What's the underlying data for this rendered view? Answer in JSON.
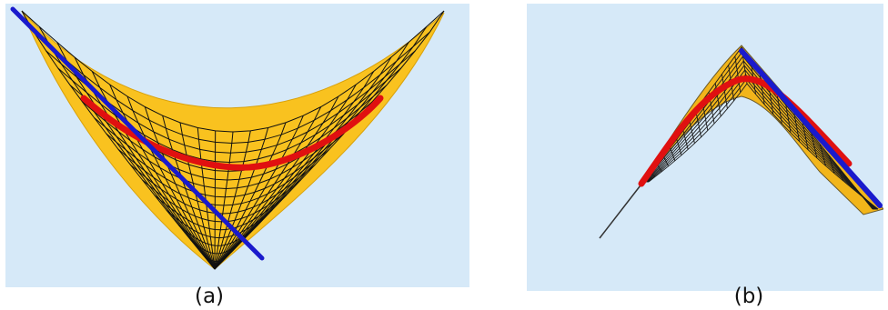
{
  "figure": {
    "panels": [
      {
        "id": "a",
        "caption": "(a)",
        "view": "front",
        "surface_color": "#f9c21f",
        "mesh_color": "#111111",
        "curves": [
          {
            "name": "red-curve",
            "color": "#e01010"
          },
          {
            "name": "blue-line",
            "color": "#1a1acc"
          }
        ]
      },
      {
        "id": "b",
        "caption": "(b)",
        "view": "side",
        "surface_color": "#f9c21f",
        "mesh_color": "#111111",
        "curves": [
          {
            "name": "red-curve",
            "color": "#e01010"
          },
          {
            "name": "blue-line",
            "color": "#1a1acc"
          }
        ]
      }
    ],
    "background_color": "#d6e9f8"
  }
}
